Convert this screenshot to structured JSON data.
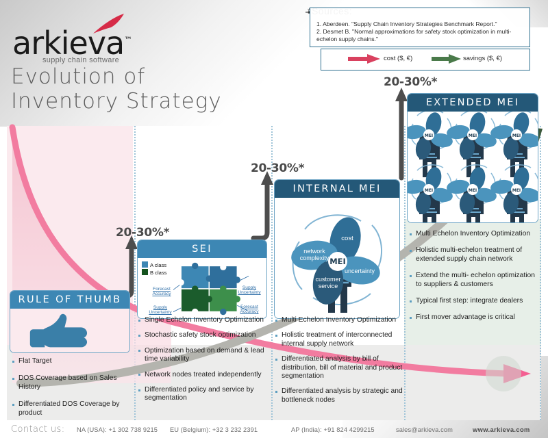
{
  "brand": {
    "name": "arkieva",
    "tm": "™",
    "tagline": "supply chain software",
    "title_line1": "Evolution of",
    "title_line2": "Inventory Strategy"
  },
  "sources": {
    "heading": "*Sources:",
    "items": [
      "1. Aberdeen. \"Supply Chain Inventory Strategies Benchmark Report.\"",
      "2. Desmet B. \"Normal approximations for safety stock optimization in multi-echelon supply chains.\""
    ]
  },
  "legend": {
    "cost_label": "cost ($, €)",
    "savings_label": "savings ($, €)",
    "cost_color": "#d9415f",
    "savings_color": "#4a7a4a"
  },
  "gains": {
    "stage1": "20-30%*",
    "stage2": "20-30%*",
    "stage3": "20-30%*"
  },
  "columns": [
    {
      "id": "rule-of-thumb",
      "title": "RULE OF THUMB",
      "header_color": "#3d87b4",
      "icon": "thumbs-up-icon",
      "bullets": [
        "Flat Target",
        "DOS Coverage based on Sales History",
        "Differentiated DOS Coverage by product"
      ]
    },
    {
      "id": "sei",
      "title": "SEI",
      "header_color": "#3d87b4",
      "legend": [
        {
          "label": "A class",
          "color": "#3d87b4"
        },
        {
          "label": "B class",
          "color": "#14521e"
        }
      ],
      "puzzle_labels": [
        "Forecast Accuracy",
        "Supply Uncertainty",
        "Supply Uncertainty",
        "Forecast Accuracy"
      ],
      "bullets": [
        "Single Echelon Inventory Optimization",
        "Stochastic safety stock optimization",
        "Optimization based on demand & lead time variability",
        "Network nodes treated independently",
        "Differentiated policy and service by segmentation"
      ]
    },
    {
      "id": "internal-mei",
      "title": "INTERNAL MEI",
      "header_color": "#245878",
      "pinwheel": {
        "center": "MEI",
        "blades": [
          "cost",
          "network complexity",
          "uncertainty",
          "customer service"
        ]
      },
      "bullets": [
        "Multi Echelon Inventory Optimization",
        "Holistic treatment of interconnected internal supply network",
        "Differentiated analysis by bill of distribution, bill of material and product segmentation",
        "Differentiated analysis by strategic and bottleneck nodes"
      ]
    },
    {
      "id": "extended-mei",
      "title": "EXTENDED MEI",
      "header_color": "#245878",
      "pinwheel_count": 6,
      "pinwheel_center": "MEI",
      "bullets": [
        "Multi Echelon Inventory Optimization",
        "Holistic multi-echelon treatment of extended supply chain network",
        "Extend the multi- echelon optimization to suppliers & customers",
        "Typical first step: integrate dealers",
        "First mover advantage is critical"
      ]
    }
  ],
  "footer": {
    "contact_label": "Contact us:",
    "na": "NA (USA): +1 302 738 9215",
    "eu": "EU (Belgium): +32 3 232 2391",
    "ap": "AP (India): +91 824 4299215",
    "email": "sales@arkieva.com",
    "website": "www.arkieva.com"
  }
}
